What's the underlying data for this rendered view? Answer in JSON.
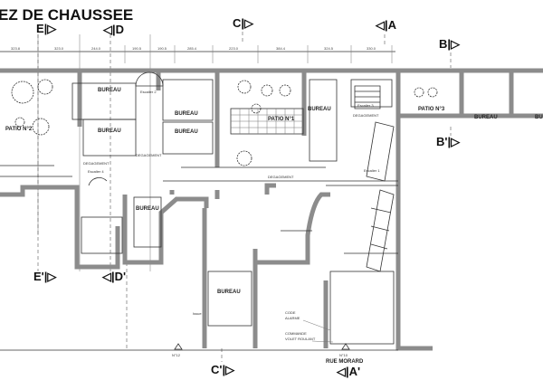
{
  "title": "EZ DE CHAUSSEE",
  "section_markers": {
    "E": "E|▷",
    "D": "◁|D",
    "C": "C|▷",
    "A": "◁|A",
    "B": "B|▷",
    "B_prime": "B'|▷",
    "E_prime": "E'|▷",
    "D_prime": "◁|D'",
    "C_prime": "C'|▷",
    "A_prime": "◁|A'"
  },
  "dimensions": [
    "323.8",
    "323.0",
    "244.0",
    "190.5",
    "190.5",
    "285.4",
    "223.0",
    "384.4",
    "324.5",
    "330.0"
  ],
  "rooms": {
    "patio_2": "PATIO N°2",
    "bureau_1": "BUREAU",
    "escalier_2": "Escalier 2",
    "bureau_2": "BUREAU",
    "bureau_3": "BUREAU",
    "bureau_4": "BUREAU",
    "degagement_1": "DEGAGEMENT",
    "degagement_2": "DEGAGEMENT",
    "escalier_4": "Escalier 4",
    "patio_1": "PATIO N°1",
    "bureau_5": "BUREAU",
    "escalier_3": "Escalier 3",
    "degagement_3": "DEGAGEMENT",
    "patio_3": "PATIO N°3",
    "bureau_6": "BUREAU",
    "bureau_7": "BU",
    "escalier_1": "Escalier 1",
    "degagement_4": "DEGAGEMENT",
    "bureau_8": "BUREAU",
    "bureau_9": "BUREAU",
    "issue": "Issue"
  },
  "annotations": {
    "code_alarme_1": "CODE",
    "code_alarme_2": "ALARME",
    "commande_1": "COMMANDE",
    "commande_2": "VOLET ROULANT",
    "n12": "N°12",
    "n10": "N°10",
    "street": "RUE MORARD"
  }
}
